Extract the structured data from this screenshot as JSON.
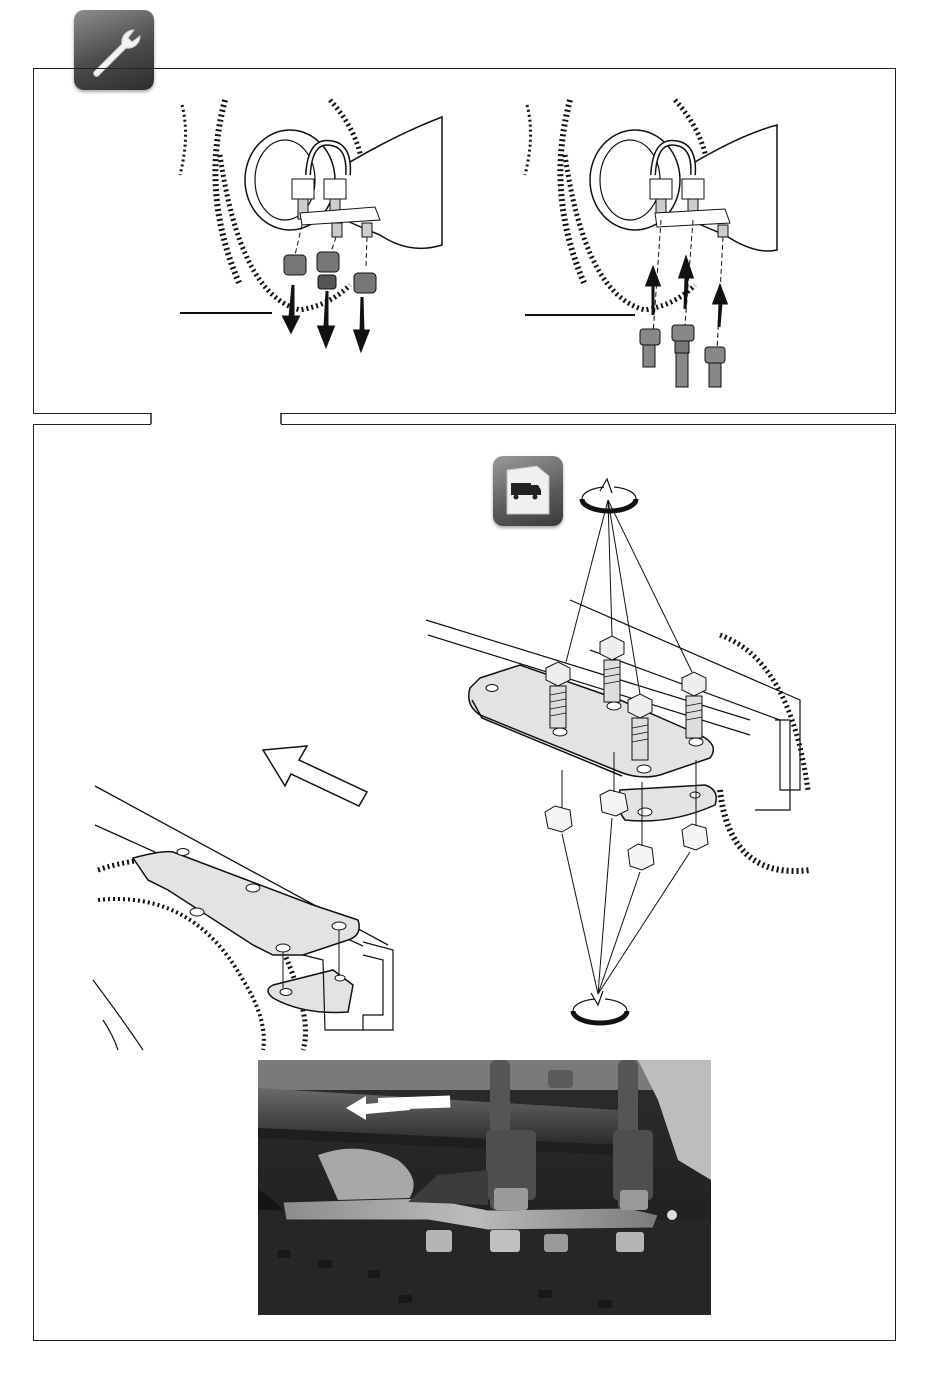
{
  "page": {
    "top_section": {
      "steps": [
        "remove-nuts",
        "insert-bolts"
      ]
    },
    "bottom_section": {
      "content": [
        "rear-bracket-view",
        "exploded-bracket-assembly",
        "installed-photo"
      ]
    }
  },
  "icons": {
    "wrench_badge": "wrench-icon",
    "manual_badge": "truck-manual-icon",
    "torque_top": "tighten-arrow-icon",
    "torque_bottom": "tighten-arrow-icon",
    "direction_arrow": "forward-arrow-icon"
  },
  "colors": {
    "frame": "#222222",
    "badge_dark": "#3a3a3a",
    "badge_light": "#9a9a9a",
    "plate_fill": "#e3e3e3",
    "photo_dark": "#2a2a2a"
  }
}
